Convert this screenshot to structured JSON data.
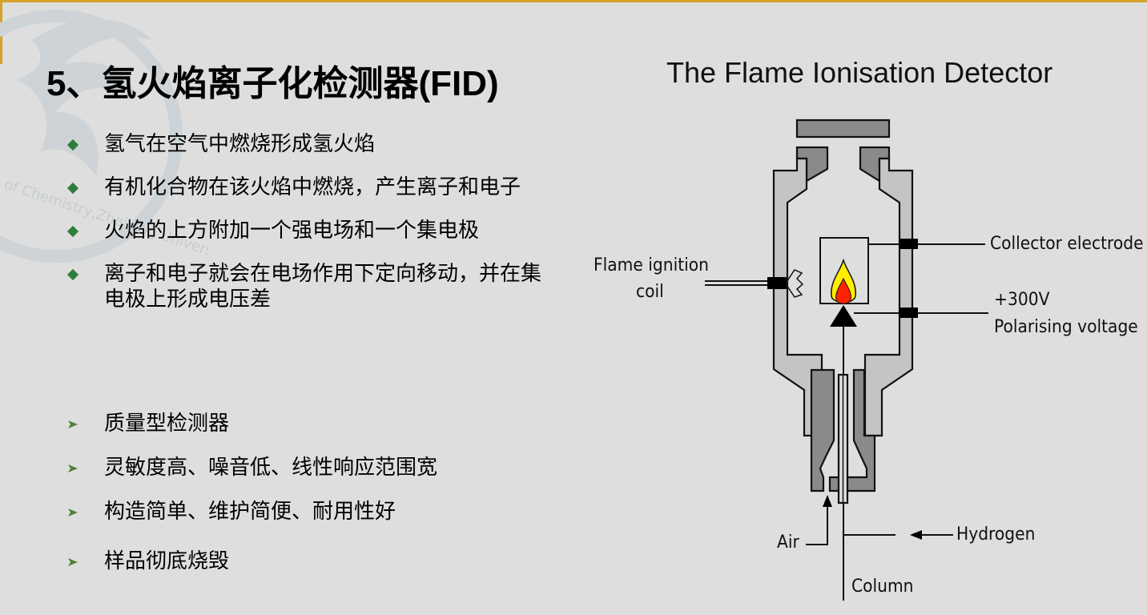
{
  "slide": {
    "title": "5、氢火焰离子化检测器(FID)",
    "principles": [
      {
        "text": "氢气在空气中燃烧形成氢火焰"
      },
      {
        "text": "有机化合物在该火焰中燃烧，产生离子和电子"
      },
      {
        "text": "火焰的上方附加一个强电场和一个集电极"
      },
      {
        "text": "离子和电子就会在电场作用下定向移动，并在集电极上形成电压差"
      }
    ],
    "features": [
      {
        "text": "质量型检测器"
      },
      {
        "text": "灵敏度高、噪音低、线性响应范围宽"
      },
      {
        "text": "构造简单、维护简便、耐用性好"
      },
      {
        "text": "样品彻底烧毁"
      }
    ],
    "watermark_text": "of Chemistry,Zhejiang University"
  },
  "diagram": {
    "title": "The Flame Ionisation Detector",
    "labels": {
      "collector": "Collector electrode",
      "voltage_value": "+300V",
      "voltage_label": "Polarising voltage",
      "ignition_line1": "Flame ignition",
      "ignition_line2": "coil",
      "air": "Air",
      "hydrogen": "Hydrogen",
      "column": "Column"
    }
  },
  "colors": {
    "accent_border": "#d4a22b",
    "bullet_green": "#2e7d3a",
    "wall_light": "#c4c4c4",
    "wall_dark": "#8a8a8a",
    "flame_outer": "#ffee00",
    "flame_inner": "#ff2200"
  }
}
